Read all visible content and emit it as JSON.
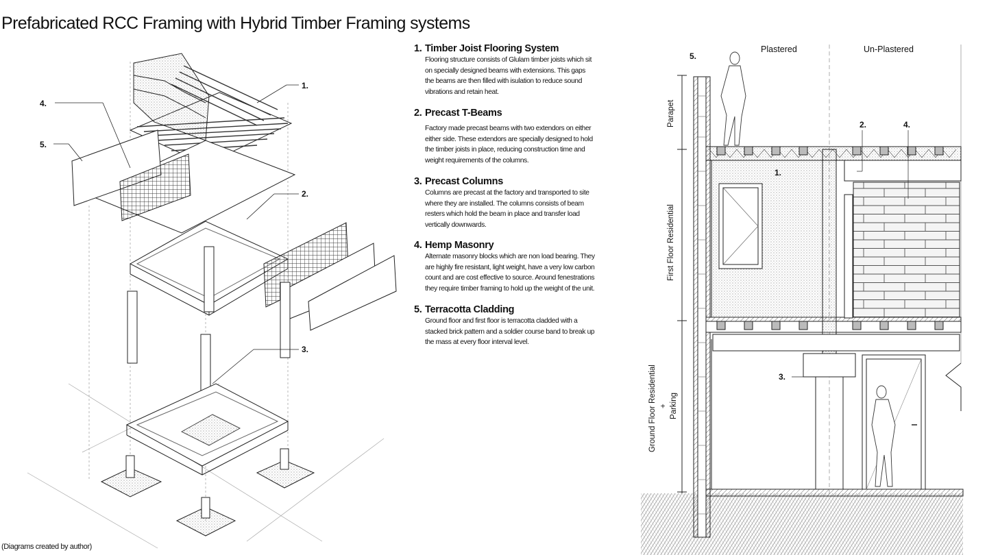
{
  "title": "Prefabricated RCC Framing with Hybrid Timber Framing systems",
  "caption": "(Diagrams created by author)",
  "axon": {
    "labels": [
      "1.",
      "2.",
      "3.",
      "4.",
      "5."
    ]
  },
  "notes": [
    {
      "num": "1.",
      "heading": "Timber Joist Flooring System",
      "body": "Flooring structure consists of Glulam timber joists which sit\non specially designed beams with extensions. This gaps\nthe beams are then filled with isulation to reduce sound\nvibrations and retain heat."
    },
    {
      "num": "2.",
      "heading": "Precast T-Beams",
      "body": "Factory made precast beams with two extendors on either\neither side. These extendors are specially designed to hold\nthe timber joists in place, reducing construction time and\nweight requirements of the columns."
    },
    {
      "num": "3.",
      "heading": "Precast Columns",
      "body": "Columns are precast at the factory and transported to site\nwhere they are installed. The columns consists of beam\nresters which hold the beam in place and transfer load\nvertically downwards."
    },
    {
      "num": "4.",
      "heading": "Hemp Masonry",
      "body": "Alternate masonry blocks which are non load bearing. They\nare highly fire resistant, light weight, have a very low carbon\ncount and are cost effective to source.  Around fenestrations\nthey require timber framing to hold up the weight of the unit."
    },
    {
      "num": "5.",
      "heading": "Terracotta Cladding",
      "body": "Ground floor and first floor is terracotta cladded with a\nstacked brick pattern and a soldier course band to break up\nthe mass at every floor interval level."
    }
  ],
  "section": {
    "plastered": "Plastered",
    "unplastered": "Un-Plastered",
    "parapet": "Parapet",
    "first_floor": "First Floor Residential",
    "ground_floor": "Ground Floor Residential",
    "plus": "+",
    "parking": "Parking",
    "labels": [
      "1.",
      "2.",
      "3.",
      "4.",
      "5."
    ]
  }
}
